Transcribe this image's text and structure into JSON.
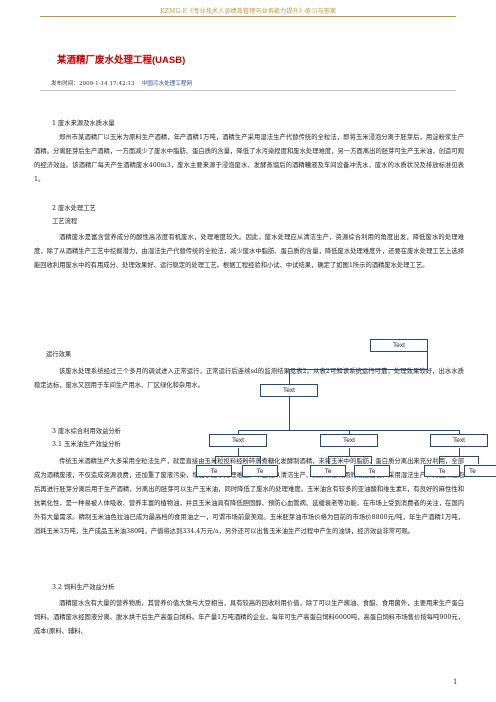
{
  "header": {
    "text": "KZMG-E《专业技术人员绩效管理与业务能力提升》练习与答案"
  },
  "article": {
    "title": "某酒精厂废水处理工程(UASB)",
    "meta_prefix": "发布时间：",
    "publish_time": "2009-1-14 17:42:13",
    "source": "中国污水处理工程网"
  },
  "sections": {
    "s1_heading": "1  废水来源及水质水量",
    "s1_body": "郑州市某酒精厂以玉米为原料生产酒精，年产酒精1万吨，酒精生产采用湿法生产代替传统的全粒法，即将玉米浸泡分离于胚芽后，用淀粉浆生产酒精。分离胚芽后生产酒精，一方面减少了废水中脂肪、蛋白质的含量，降低了水污染程度和废水处理难度，另一方面离出的胚芽可生产玉米油，创造可观的经济效益。该酒精厂每天产生酒精废水400m3，废水主要来源于浸泡废水、发酵蒸馏后的酒精糟液及车间设备冲洗水，废水的水质状况及排放标准见表1。",
    "s2_heading": "2  废水处理工艺",
    "s2_sub": "工艺流程",
    "s2_body": "酒精废水是富含营养成分的酸性高浓度有机废水，处理难度较大。因此，废水处理应从清洁生产，资源综合利用的角度出发，降低废水的处理难度，除了从酒精生产工艺中挖掘潜力，由湿法生产代替传统的全粒法，减少废水中脂肪、蛋白质的含量，降低废水处理难度外，还要在废水处理工艺上选择能回收利用废水中的有用成分、处理效果好、运行稳定的处理工艺。根据工程经验和小试、中试结果，确定了如图1所示的酒精废水处理工艺。",
    "run_heading": "运行效果",
    "run_body": "该废水处理系统经过三个多月的调试进入正常运行，正常运行后连续sd的监测结果见表2。从表2可知该系统运行可靠，处理效果较好，出水水质稳定达标，废水又回用于车间生产用水、厂区绿化和杂用水。",
    "s3_heading": "3  废水综合利用效益分析",
    "s31_heading": "3.1  玉米油生产效益分析",
    "s31_body": "传统玉米酒精生产大多采用全粒法生产，就是直接由玉米粒投料经粉碎蒸煮糖化发酵制酒精，未将玉米中的脂肪、蛋白质分离出来充分利用，全部成为酒精废液，不仅造成资源浪费，还加重了废液污染，增加了废水处理难度。本工程从清洁生产、资源综合利用的角度出发，采用湿法生产，对玉米浸泡后再进行胚芽分离后用于生产酒精，分离出的胚芽可以生产玉米油，同时降低了废水的处理难度。玉米油含有较多的亚油酸和维生素E，有良好的麻性性和抗氧化性，是一种易被人体吸收、营养丰富的植物油，并且玉米油具有降低胆固醇、预防心血管病、延缓衰老等功能，在市场上受到消费者的关注，在国内外有大量需求。精制玉米油色拉油已成为最高档的食用油之一，可谓市场前景美观。玉米胚芽油市场价格为目前的市场价8800元/吨，年生产酒精1万吨，消耗玉米3万吨，生产成品玉米油380吨，产值将达到334.4万元/a，另外还可以出售玉米油生产过程中产生的油饼，经济效益非常可观。",
    "s32_heading": "3.2  饲料生产效益分析",
    "s32_body": "酒精废水含有大量的营养物质，其营养价值大致与大豆相当，具有较高的回收利用价值，除了可以生产酱油、食醋、食用菌外，主要用来生产蛋白饲料。酒精废水经固液分离、脱水烘干后生产高蛋白饲料。年产量1万吨酒精的企业，每年可生产高蛋白饲料6000吨，高蛋白饲料市场售价按每吨900元，成本(原料、辅料、"
  },
  "diagram": {
    "box_label": "Text",
    "small_label": "Te"
  },
  "page": {
    "number": "1"
  }
}
